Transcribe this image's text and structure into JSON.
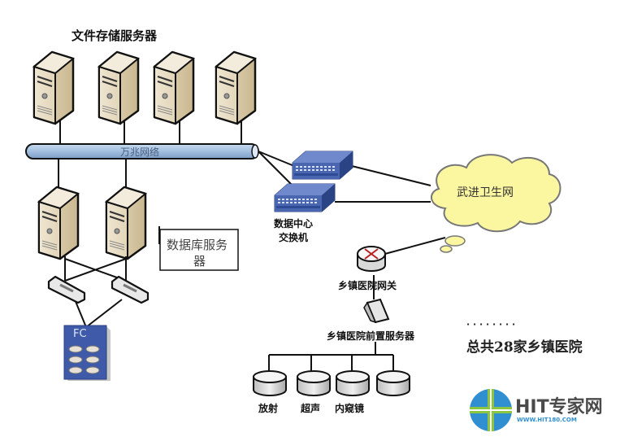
{
  "diagram": {
    "title_storage": "文件存储服务器",
    "backbone_label": "万兆网络",
    "db_label_line1": "数据库服务",
    "db_label_line2": "器",
    "switch_label_line1": "数据中心",
    "switch_label_line2": "交换机",
    "cloud_label": "武进卫生网",
    "gateway_label": "乡镇医院网关",
    "front_server_label": "乡镇医院前置服务器",
    "devices": [
      "放射",
      "超声",
      "内窥镜",
      ""
    ],
    "dots": "· · · · · · · ·",
    "total_label": "总共28家乡镇医院",
    "storage_label": "FC"
  },
  "logo": {
    "name": "HIT专家网",
    "url_text": "WWW.HIT180.COM"
  },
  "colors": {
    "server_body": "#eadfc8",
    "server_side": "#d6c6a4",
    "backbone": "#a9c4e2",
    "switch": "#3f5ea8",
    "cloud": "#fbf6a0",
    "logo_blue": "#2f8fd0",
    "logo_green": "#8cc63e",
    "logo_text": "#4a4a4a"
  }
}
